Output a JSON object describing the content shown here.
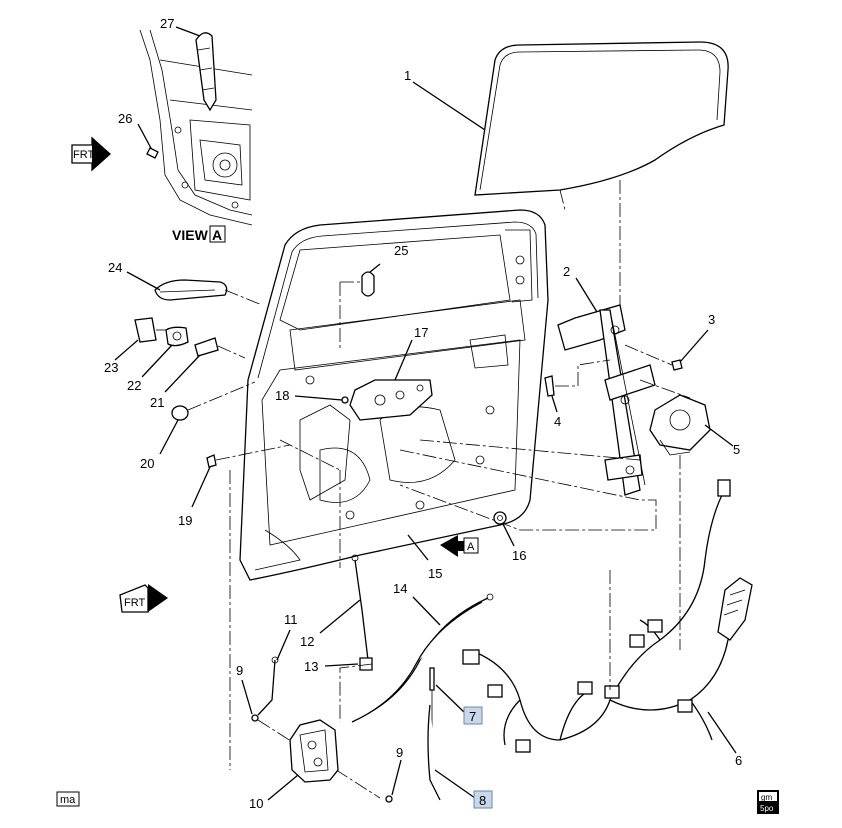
{
  "callouts": {
    "c1": "1",
    "c2": "2",
    "c3": "3",
    "c4": "4",
    "c5": "5",
    "c6": "6",
    "c7": "7",
    "c8": "8",
    "c9a": "9",
    "c9b": "9",
    "c10": "10",
    "c11": "11",
    "c12": "12",
    "c13": "13",
    "c14": "14",
    "c15": "15",
    "c16": "16",
    "c17": "17",
    "c18": "18",
    "c19": "19",
    "c20": "20",
    "c21": "21",
    "c22": "22",
    "c23": "23",
    "c24": "24",
    "c25": "25",
    "c26": "26",
    "c27": "27"
  },
  "view_label": "VIEW",
  "view_letter": "A",
  "arrow_letter": "A",
  "frt_label": "FRT",
  "footer": {
    "left_tag": "ma",
    "right_tag_top": "gm",
    "right_tag_bottom": "5po"
  },
  "colors": {
    "highlight_fill": "#c9d7ea",
    "highlight_stroke": "#6f87a8",
    "line": "#000000"
  }
}
